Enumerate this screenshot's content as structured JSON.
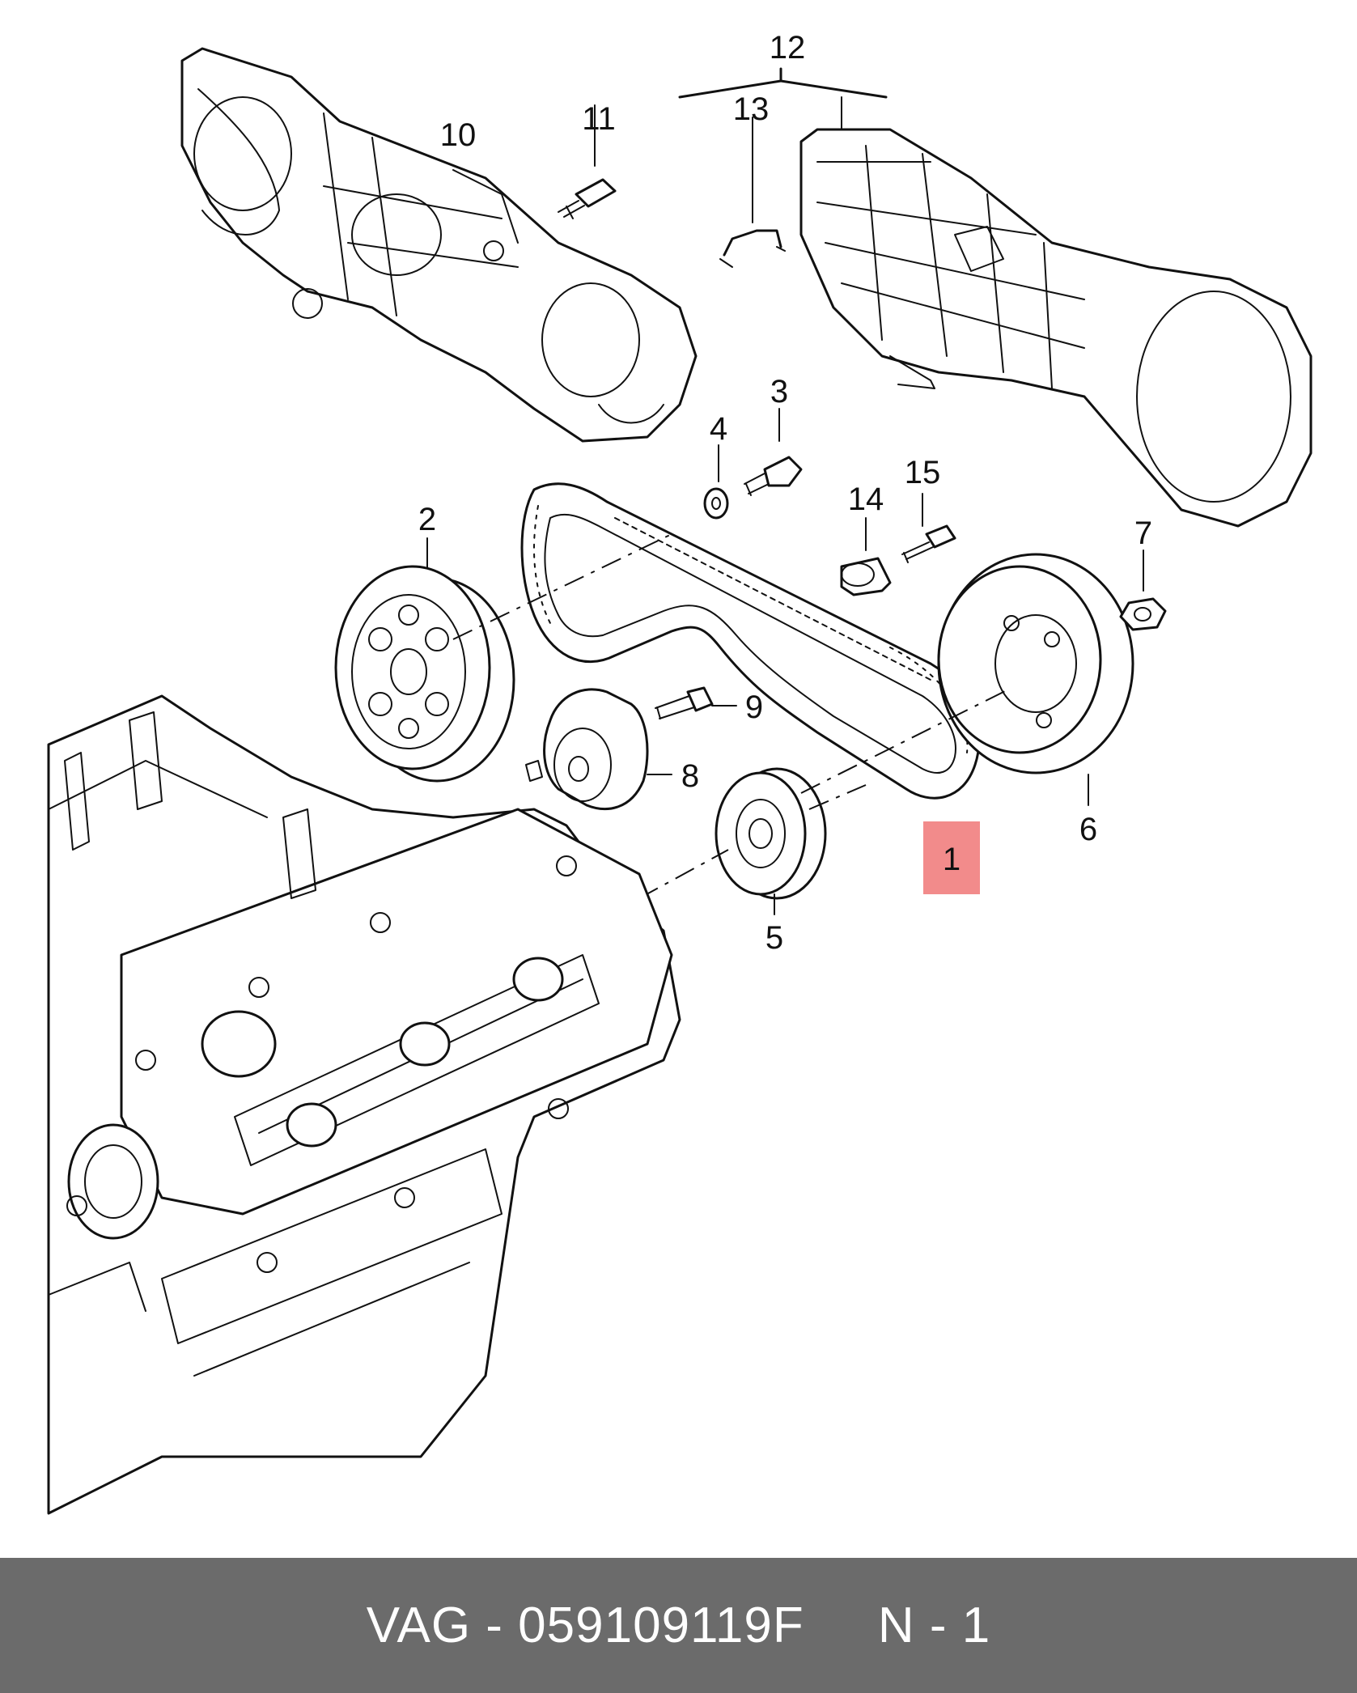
{
  "callouts": {
    "c1": "1",
    "c2": "2",
    "c3": "3",
    "c4": "4",
    "c5": "5",
    "c6": "6",
    "c7": "7",
    "c8": "8",
    "c9": "9",
    "c10": "10",
    "c11": "11",
    "c12": "12",
    "c13": "13",
    "c14": "14",
    "c15": "15"
  },
  "highlight": {
    "callout": "1",
    "color": "#f28b8b"
  },
  "footer": {
    "brand": "VAG",
    "part_number": "059109119F",
    "position": "N - 1",
    "text": "VAG - 059109119F     N - 1",
    "background": "#6b6b6b",
    "text_color": "#ffffff"
  }
}
